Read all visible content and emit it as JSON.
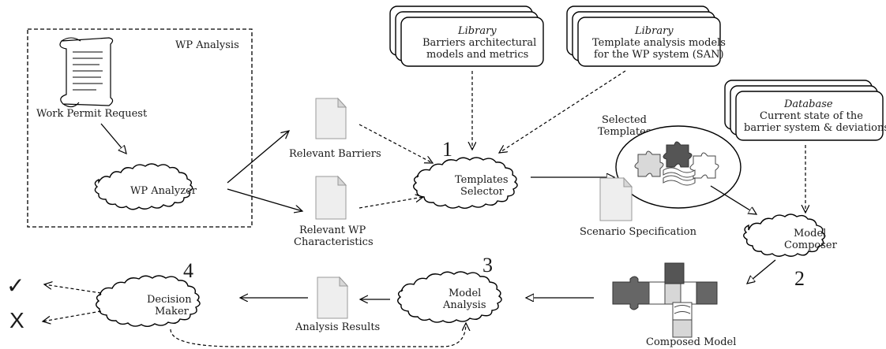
{
  "wp_analysis_title": "WP Analysis",
  "work_permit_request": "Work Permit Request",
  "wp_analyzer": "WP Analyzer",
  "relevant_barriers": "Relevant Barriers",
  "relevant_wp_line1": "Relevant WP",
  "relevant_wp_line2": "Characteristics",
  "library1": {
    "head": "Library",
    "line1": "Barriers architectural",
    "line2": "models and metrics"
  },
  "library2": {
    "head": "Library",
    "line1": "Template analysis models",
    "line2": "for the WP system (SAN)"
  },
  "database": {
    "head": "Database",
    "line1": "Current state of the",
    "line2": "barrier system & deviations"
  },
  "templates_selector_line1": "Templates",
  "templates_selector_line2": "Selector",
  "selected_templates_line1": "Selected",
  "selected_templates_line2": "Templates",
  "scenario_specification": "Scenario Specification",
  "model_composer_line1": "Model",
  "model_composer_line2": "Composer",
  "composed_model": "Composed Model",
  "model_analysis_line1": "Model",
  "model_analysis_line2": "Analysis",
  "analysis_results": "Analysis Results",
  "decision_maker_line1": "Decision",
  "decision_maker_line2": "Maker",
  "step1": "1",
  "step2": "2",
  "step3": "3",
  "step4": "4",
  "accept_symbol": "✓",
  "reject_symbol": "X"
}
